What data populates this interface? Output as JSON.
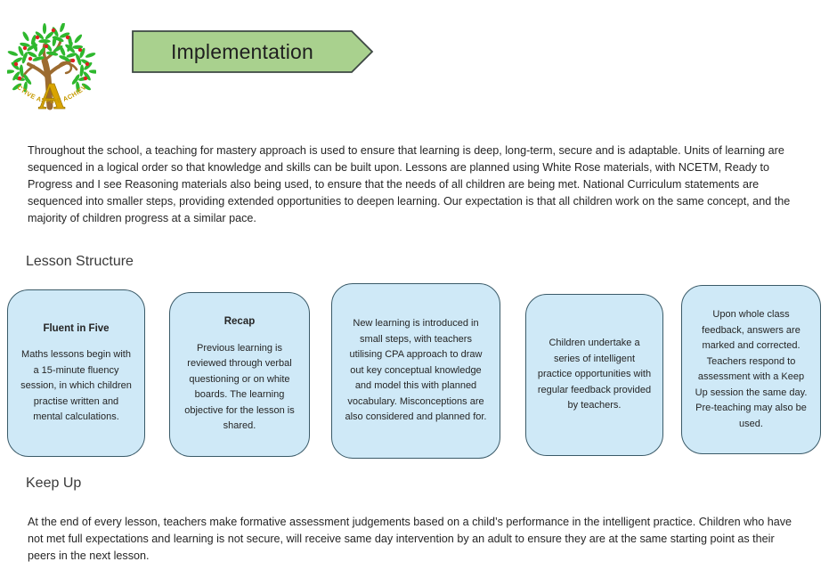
{
  "logo": {
    "name": "school-tree-logo",
    "letter": "A",
    "motto": "ACTIVE   ASPIRE   ACHIEVE"
  },
  "banner": {
    "title": "Implementation"
  },
  "intro_paragraph": "Throughout the school, a teaching for mastery approach is used to ensure that learning is deep, long-term, secure and is adaptable. Units of learning are sequenced in a logical order so that knowledge and skills can be built upon. Lessons are planned using White Rose materials, with NCETM, Ready to Progress and I see Reasoning materials also being used, to ensure that the needs of all children are being met. National Curriculum statements are sequenced into smaller steps, providing extended opportunities to deepen learning. Our expectation is that all children work on the same concept, and the majority of children progress at a similar pace.",
  "lesson_structure": {
    "heading": "Lesson Structure",
    "boxes": [
      {
        "title": "Fluent in Five",
        "text": "Maths lessons begin with a 15-minute fluency session, in which children practise written and mental calculations."
      },
      {
        "title": "Recap",
        "text": "Previous learning is reviewed through verbal questioning or on white boards. The learning objective for the lesson is shared."
      },
      {
        "title": "",
        "text": "New learning is introduced in small steps, with teachers utilising CPA approach to draw out key conceptual knowledge and model this with planned vocabulary. Misconceptions are also considered and planned for."
      },
      {
        "title": "",
        "text": "Children undertake a series of intelligent practice opportunities with regular feedback provided by teachers."
      },
      {
        "title": "",
        "text": "Upon whole class feedback, answers are marked and corrected. Teachers respond to assessment with a Keep Up session the same day. Pre-teaching may also be used."
      }
    ]
  },
  "keep_up": {
    "heading": "Keep Up",
    "text": "At the end of every lesson, teachers make formative assessment judgements based on a child’s performance in the intelligent practice. Children who have not met full expectations and learning is not secure, will receive same day intervention by an adult to ensure they are at the same starting point as their peers in the next lesson."
  },
  "colors": {
    "box_fill": "#cfe9f7",
    "box_border": "#3a5a68",
    "banner_fill": "#a9d18e",
    "banner_border": "#3d4743",
    "body_text": "#252525",
    "logo_green": "#2eb82e",
    "logo_brown": "#9c6b30",
    "logo_red": "#e02020",
    "logo_gold": "#d9a400"
  }
}
